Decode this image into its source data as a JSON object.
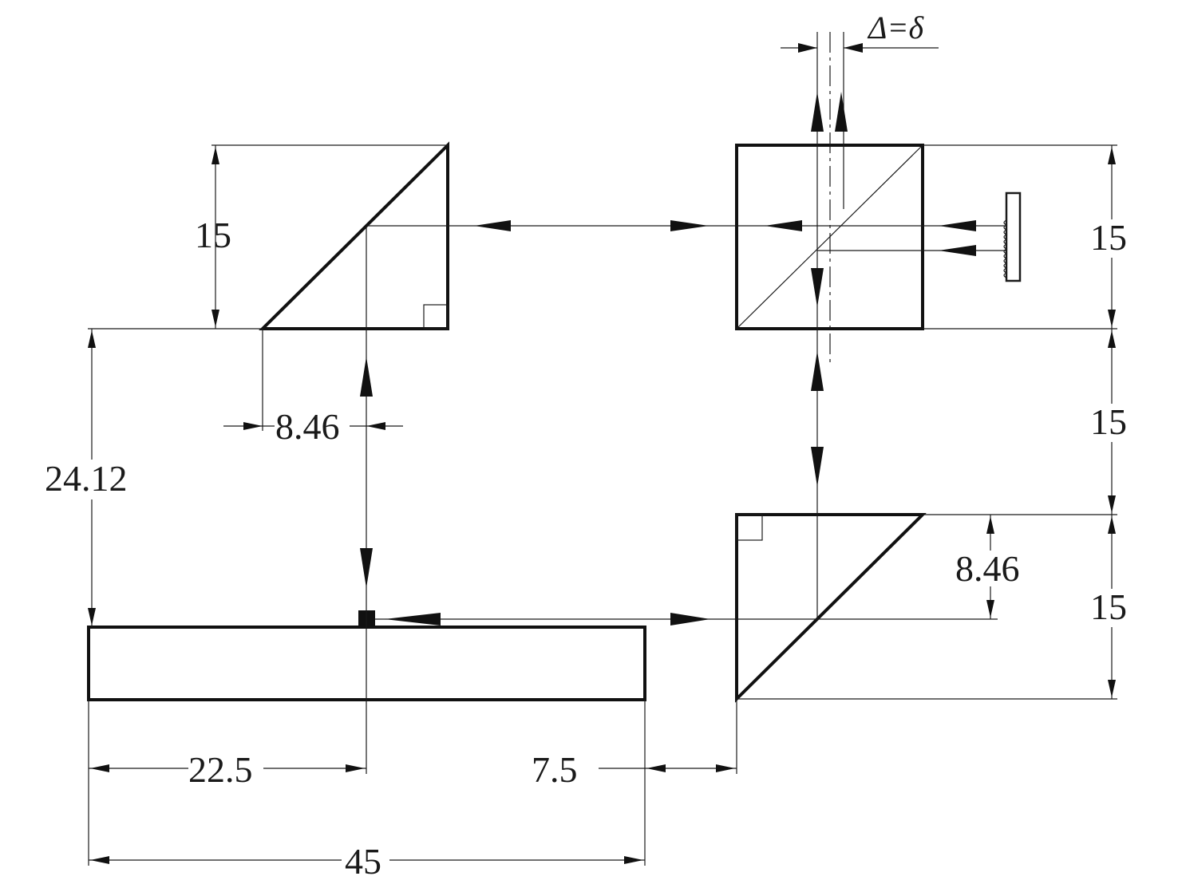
{
  "dimensions": {
    "prism_top_left_height": "15",
    "beam_splitter_height": "15",
    "vertical_gap": "15",
    "prism_bottom_right_height": "15",
    "left_offset": "8.46",
    "right_offset": "8.46",
    "prism_to_sensor_height": "24.12",
    "sensor_half_width": "22.5",
    "sensor_to_prism_gap": "7.5",
    "sensor_width": "45"
  },
  "shift_label": "Δ=δ",
  "colors": {
    "line": "#1a1a1a",
    "background": "#ffffff"
  }
}
